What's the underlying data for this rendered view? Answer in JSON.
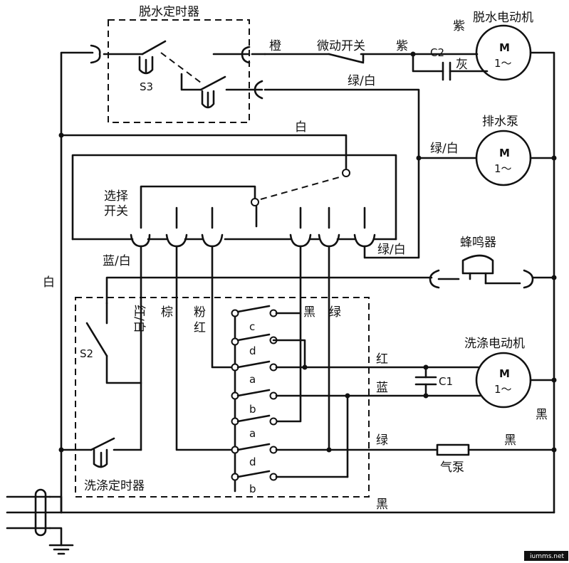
{
  "labels": {
    "spin_timer": "脱水定时器",
    "spin_motor": "脱水电动机",
    "drain_pump": "排水泵",
    "selector_switch_1": "选择",
    "selector_switch_2": "开关",
    "buzzer": "蜂鸣器",
    "wash_motor": "洗涤电动机",
    "wash_timer": "洗涤定时器",
    "micro_switch": "微动开关",
    "air_pump": "气泵",
    "s3": "S3",
    "s2": "S2",
    "c1": "C1",
    "c2": "C2",
    "motor_m": "M",
    "motor_phase": "1～",
    "contact_c": "c",
    "contact_d": "d",
    "contact_a": "a",
    "contact_b": "b",
    "contact_a2": "a",
    "contact_d2": "d",
    "contact_b2": "b",
    "watermark": "iumms.net"
  },
  "wire_colors": {
    "orange": "橙",
    "purple": "紫",
    "gray": "灰",
    "green_white_1": "绿/白",
    "green_white_2": "绿/白",
    "green_white_3": "绿/白",
    "white_top": "白",
    "white_left": "白",
    "blue_white": "蓝/白",
    "red_white": "红/白",
    "brown": "棕",
    "pink_red_1": "粉",
    "pink_red_2": "红",
    "black_1": "黑",
    "green_1": "绿",
    "red": "红",
    "blue": "蓝",
    "green_2": "绿",
    "black_2": "黑",
    "black_3": "黑",
    "black_4": "黑"
  }
}
